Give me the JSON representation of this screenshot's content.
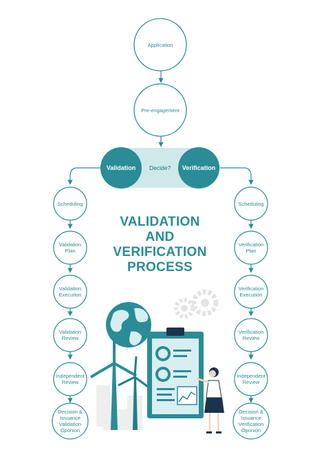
{
  "top_nodes": [
    {
      "label": "Application"
    },
    {
      "label": "Pre-engagement"
    }
  ],
  "branch": {
    "left_label": "Validation",
    "decision_label": "Decide?",
    "right_label": "Verification"
  },
  "validation_steps": [
    {
      "label": "Scheduling"
    },
    {
      "label": "Validation Plan"
    },
    {
      "label": "Validation Execution"
    },
    {
      "label": "Validation Review"
    },
    {
      "label": "Independent Review"
    },
    {
      "label": "Decision & Issuance Validation Oponion"
    }
  ],
  "verification_steps": [
    {
      "label": "Scheduling"
    },
    {
      "label": "Verification Plan"
    },
    {
      "label": "Verification Execution"
    },
    {
      "label": "Verification Review"
    },
    {
      "label": "Independent Review"
    },
    {
      "label": "Decision & Issuance Verification Oponion"
    }
  ],
  "title": {
    "line1": "VALIDATION",
    "line2": "AND",
    "line3": "VERIFICATION",
    "line4": "PROCESS"
  },
  "colors": {
    "teal": "#2a8c96",
    "teal_dark": "#1e7f89",
    "teal_light": "#cfe9ea",
    "navy": "#1c3350",
    "gear_gray": "#e3e3e3"
  },
  "illustration_icons": [
    "globe-icon",
    "wind-turbine-icon",
    "clipboard-icon",
    "gear-icon",
    "woman-presenting-icon",
    "city-icon"
  ]
}
